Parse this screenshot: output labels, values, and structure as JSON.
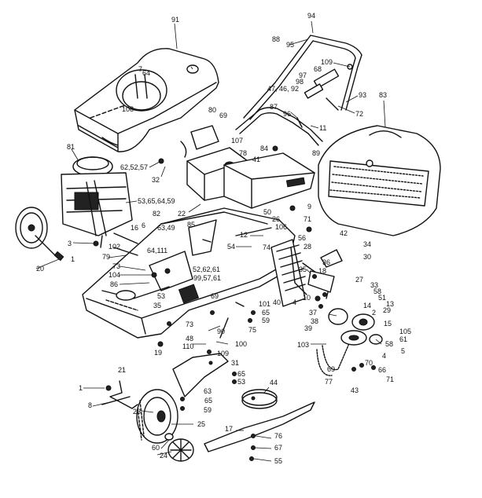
{
  "diagram": {
    "parts": [
      {
        "id": "p91",
        "label": "91"
      },
      {
        "id": "p7",
        "label": "7"
      },
      {
        "id": "p64a",
        "label": "64"
      },
      {
        "id": "p108",
        "label": "108"
      },
      {
        "id": "p94",
        "label": "94"
      },
      {
        "id": "p95",
        "label": "95"
      },
      {
        "id": "p88",
        "label": "88"
      },
      {
        "id": "p109a",
        "label": "109"
      },
      {
        "id": "p68",
        "label": "68"
      },
      {
        "id": "p97",
        "label": "97"
      },
      {
        "id": "p98",
        "label": "98"
      },
      {
        "id": "p474692",
        "label": "47, 46, 92"
      },
      {
        "id": "p93",
        "label": "93"
      },
      {
        "id": "p83",
        "label": "83"
      },
      {
        "id": "p87",
        "label": "87"
      },
      {
        "id": "p96",
        "label": "96"
      },
      {
        "id": "p72",
        "label": "72"
      },
      {
        "id": "p11",
        "label": "11"
      },
      {
        "id": "p80",
        "label": "80"
      },
      {
        "id": "p69a",
        "label": "69"
      },
      {
        "id": "p107",
        "label": "107"
      },
      {
        "id": "p78",
        "label": "78"
      },
      {
        "id": "p84",
        "label": "84"
      },
      {
        "id": "p89",
        "label": "89"
      },
      {
        "id": "p41",
        "label": "41"
      },
      {
        "id": "p81",
        "label": "81"
      },
      {
        "id": "p625257",
        "label": "62,52,57"
      },
      {
        "id": "p32",
        "label": "32"
      },
      {
        "id": "p536564",
        "label": "53,65,64,59"
      },
      {
        "id": "p22",
        "label": "22"
      },
      {
        "id": "p50",
        "label": "50"
      },
      {
        "id": "p26",
        "label": "26"
      },
      {
        "id": "p9",
        "label": "9"
      },
      {
        "id": "p71a",
        "label": "71"
      },
      {
        "id": "p82",
        "label": "82"
      },
      {
        "id": "p6349",
        "label": "63,49"
      },
      {
        "id": "p85",
        "label": "85"
      },
      {
        "id": "p12",
        "label": "12"
      },
      {
        "id": "p106",
        "label": "106"
      },
      {
        "id": "p42",
        "label": "42"
      },
      {
        "id": "p34",
        "label": "34"
      },
      {
        "id": "p30",
        "label": "30"
      },
      {
        "id": "p56",
        "label": "56"
      },
      {
        "id": "p16",
        "label": "16"
      },
      {
        "id": "p6",
        "label": "6"
      },
      {
        "id": "p3",
        "label": "3"
      },
      {
        "id": "p102",
        "label": "102"
      },
      {
        "id": "p64111",
        "label": "64,111"
      },
      {
        "id": "p54",
        "label": "54"
      },
      {
        "id": "p74",
        "label": "74"
      },
      {
        "id": "p28",
        "label": "28"
      },
      {
        "id": "p36",
        "label": "36"
      },
      {
        "id": "p1a",
        "label": "1"
      },
      {
        "id": "p20",
        "label": "20"
      },
      {
        "id": "p79",
        "label": "79"
      },
      {
        "id": "p73a",
        "label": "73"
      },
      {
        "id": "p104",
        "label": "104"
      },
      {
        "id": "p86",
        "label": "86"
      },
      {
        "id": "p526261",
        "label": "52,62,61"
      },
      {
        "id": "p995761",
        "label": "99,57,61"
      },
      {
        "id": "p18",
        "label": "18"
      },
      {
        "id": "p35a",
        "label": "35"
      },
      {
        "id": "p27",
        "label": "27"
      },
      {
        "id": "p33",
        "label": "33"
      },
      {
        "id": "p53a",
        "label": "53"
      },
      {
        "id": "p58a",
        "label": "58"
      },
      {
        "id": "p51",
        "label": "51"
      },
      {
        "id": "p13",
        "label": "13"
      },
      {
        "id": "p10",
        "label": "10"
      },
      {
        "id": "p4a",
        "label": "4"
      },
      {
        "id": "p40",
        "label": "40"
      },
      {
        "id": "p101",
        "label": "101"
      },
      {
        "id": "p14",
        "label": "14"
      },
      {
        "id": "p69b",
        "label": "69"
      },
      {
        "id": "p35b",
        "label": "35"
      },
      {
        "id": "p65a",
        "label": "65"
      },
      {
        "id": "p37",
        "label": "37"
      },
      {
        "id": "p2",
        "label": "2"
      },
      {
        "id": "p29",
        "label": "29"
      },
      {
        "id": "p59a",
        "label": "59"
      },
      {
        "id": "p38",
        "label": "38"
      },
      {
        "id": "p73b",
        "label": "73"
      },
      {
        "id": "p75",
        "label": "75"
      },
      {
        "id": "p90",
        "label": "90"
      },
      {
        "id": "p39",
        "label": "39"
      },
      {
        "id": "p15",
        "label": "15"
      },
      {
        "id": "p105",
        "label": "105"
      },
      {
        "id": "p48",
        "label": "48"
      },
      {
        "id": "p61",
        "label": "61"
      },
      {
        "id": "p100",
        "label": "100"
      },
      {
        "id": "p110",
        "label": "110"
      },
      {
        "id": "p103",
        "label": "103"
      },
      {
        "id": "p58b",
        "label": "58"
      },
      {
        "id": "p5",
        "label": "5"
      },
      {
        "id": "p109b",
        "label": "109"
      },
      {
        "id": "p19",
        "label": "19"
      },
      {
        "id": "p4b",
        "label": "4"
      },
      {
        "id": "p31",
        "label": "31"
      },
      {
        "id": "p70",
        "label": "70"
      },
      {
        "id": "p21",
        "label": "21"
      },
      {
        "id": "p65b",
        "label": "65"
      },
      {
        "id": "p69c",
        "label": "69"
      },
      {
        "id": "p66",
        "label": "66"
      },
      {
        "id": "p53b",
        "label": "53"
      },
      {
        "id": "p77",
        "label": "77"
      },
      {
        "id": "p71b",
        "label": "71"
      },
      {
        "id": "p43",
        "label": "43"
      },
      {
        "id": "p1b",
        "label": "1"
      },
      {
        "id": "p63",
        "label": "63"
      },
      {
        "id": "p44",
        "label": "44"
      },
      {
        "id": "p65c",
        "label": "65"
      },
      {
        "id": "p8",
        "label": "8"
      },
      {
        "id": "p59b",
        "label": "59"
      },
      {
        "id": "p23",
        "label": "23"
      },
      {
        "id": "p25",
        "label": "25"
      },
      {
        "id": "p17",
        "label": "17"
      },
      {
        "id": "p76",
        "label": "76"
      },
      {
        "id": "p60",
        "label": "60"
      },
      {
        "id": "p67",
        "label": "67"
      },
      {
        "id": "p24",
        "label": "24"
      },
      {
        "id": "p55",
        "label": "55"
      }
    ]
  }
}
